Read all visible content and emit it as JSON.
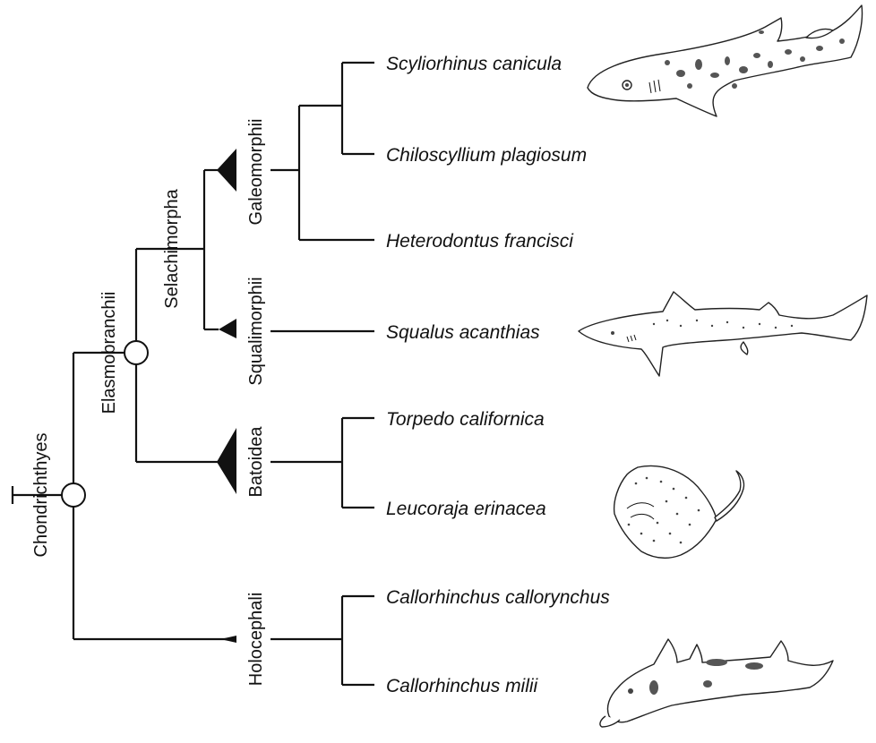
{
  "clades": {
    "chondrichthyes": "Chondrichthyes",
    "elasmobranchii": "Elasmobranchii",
    "selachimorpha": "Selachimorpha",
    "galeomorphii": "Galeomorphii",
    "squalimorphii": "Squalimorphii",
    "batoidea": "Batoidea",
    "holocephali": "Holocephali"
  },
  "species": [
    "Scyliorhinus canicula",
    "Chiloscyllium plagiosum",
    "Heterodontus francisci",
    "Squalus acanthias",
    "Torpedo californica",
    "Leucoraja erinacea",
    "Callorhinchus callorynchus",
    "Callorhinchus milii"
  ],
  "illustrations": [
    "catshark-illustration",
    "dogfish-illustration",
    "skate-illustration",
    "chimaera-illustration"
  ]
}
